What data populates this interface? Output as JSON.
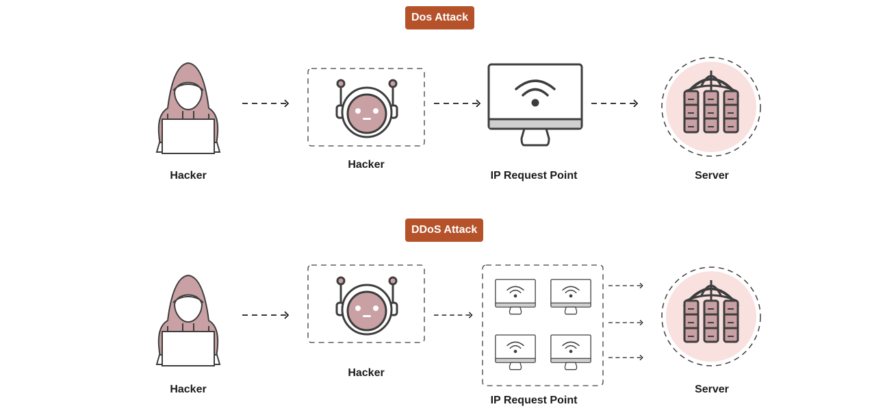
{
  "sections": [
    {
      "title": "Dos Attack",
      "nodes": [
        {
          "label": "Hacker",
          "icon": "hooded-hacker-icon"
        },
        {
          "label": "Hacker",
          "icon": "robot-bot-icon"
        },
        {
          "label": "IP Request Point",
          "icon": "monitor-wifi-icon"
        },
        {
          "label": "Server",
          "icon": "server-globe-icon"
        }
      ]
    },
    {
      "title": "DDoS Attack",
      "nodes": [
        {
          "label": "Hacker",
          "icon": "hooded-hacker-icon"
        },
        {
          "label": "Hacker",
          "icon": "robot-bot-icon"
        },
        {
          "label": "IP Request Point",
          "icon": "monitor-wifi-grid-icon",
          "count": 4
        },
        {
          "label": "Server",
          "icon": "server-globe-icon"
        }
      ]
    }
  ],
  "colors": {
    "badge": "#b5522a",
    "accent_fill": "#c9a0a3",
    "server_bg": "#f8e1df",
    "stroke": "#3d3d3d"
  }
}
